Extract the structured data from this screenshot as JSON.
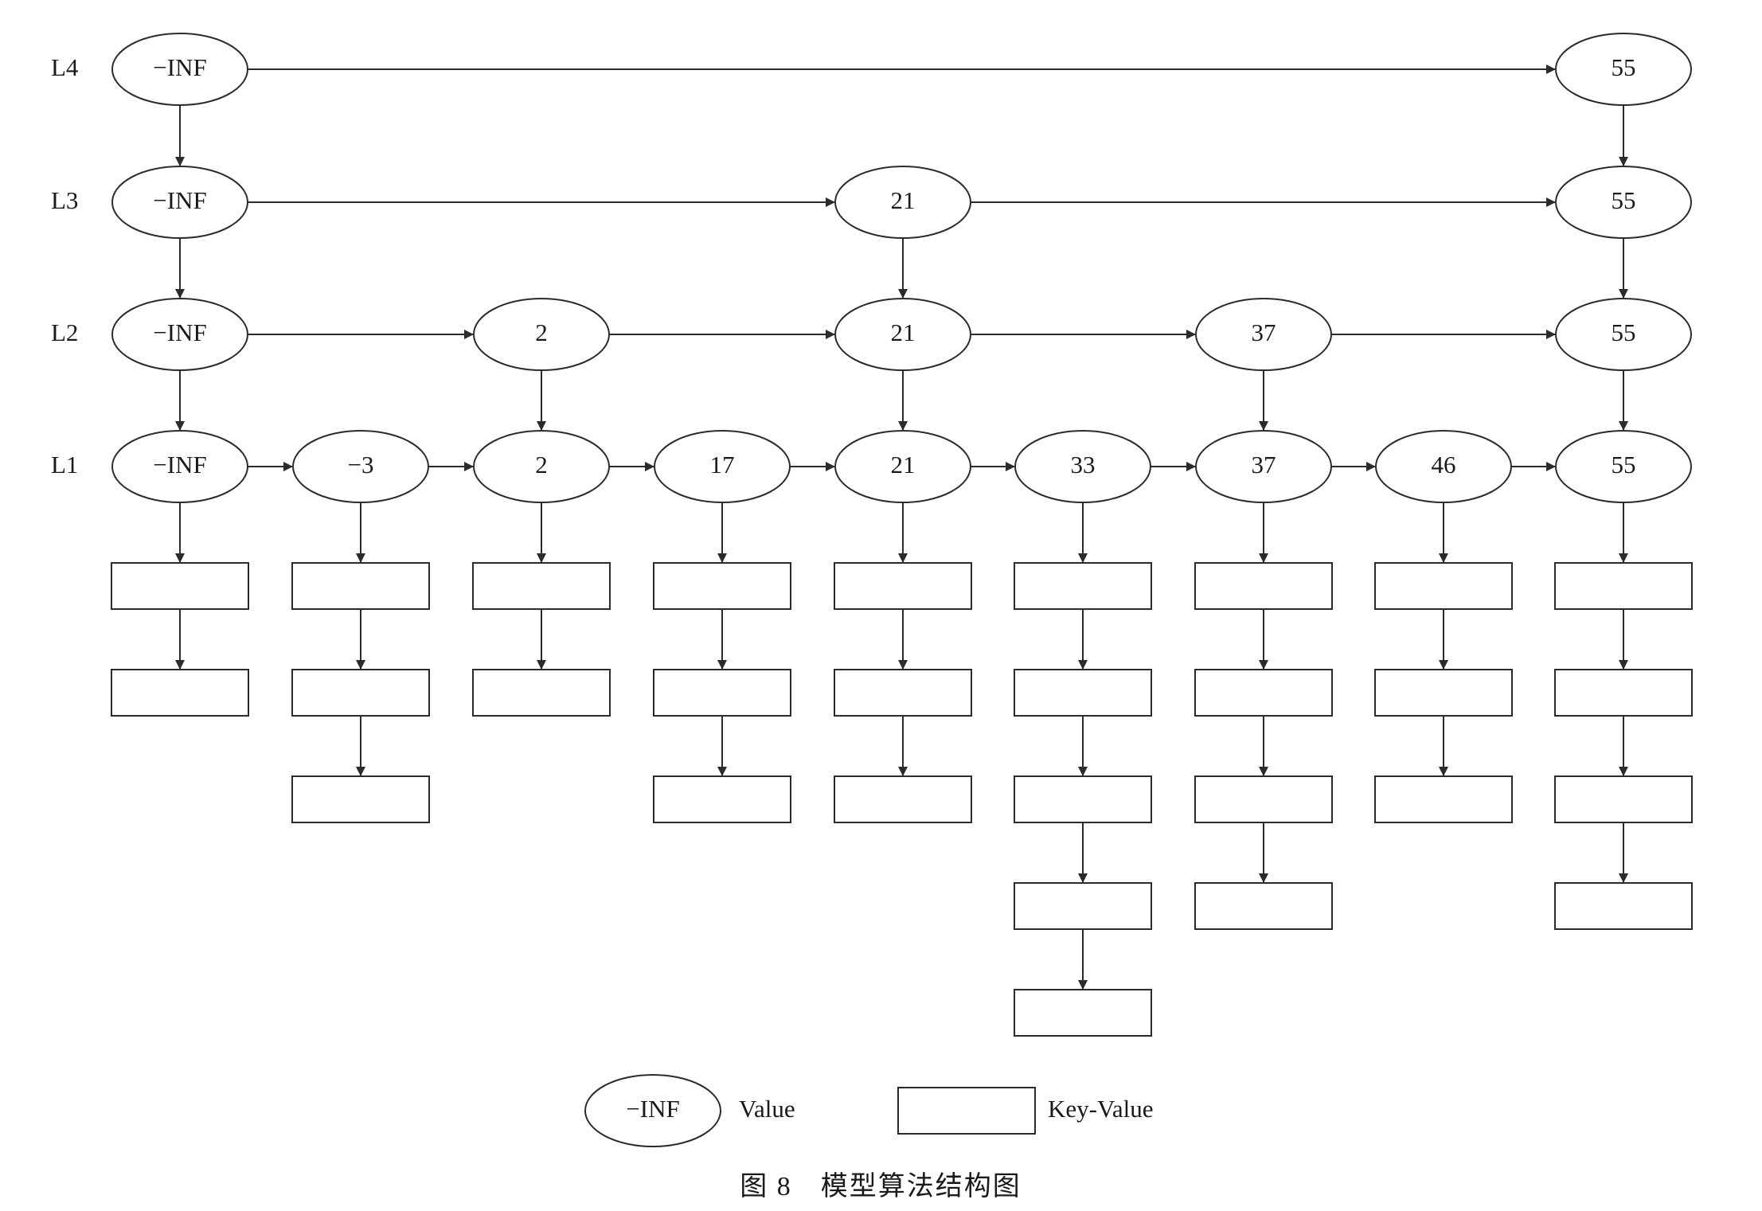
{
  "levels": [
    "L4",
    "L3",
    "L2",
    "L1"
  ],
  "columns": [
    "−INF",
    "−3",
    "2",
    "17",
    "21",
    "33",
    "37",
    "46",
    "55"
  ],
  "rows": [
    {
      "level": "L4",
      "nodes": [
        "−INF",
        "55"
      ]
    },
    {
      "level": "L3",
      "nodes": [
        "−INF",
        "21",
        "55"
      ]
    },
    {
      "level": "L2",
      "nodes": [
        "−INF",
        "2",
        "21",
        "37",
        "55"
      ]
    },
    {
      "level": "L1",
      "nodes": [
        "−INF",
        "−3",
        "2",
        "17",
        "21",
        "33",
        "37",
        "46",
        "55"
      ]
    }
  ],
  "key_value_counts": [
    2,
    3,
    2,
    3,
    3,
    5,
    4,
    3,
    4
  ],
  "legend": {
    "ellipse_sample": "−INF",
    "ellipse_label": "Value",
    "rect_label": "Key-Value"
  },
  "caption": "图 8　模型算法结构图",
  "colors": {
    "stroke": "#2b2b2b",
    "fill": "#ffffff",
    "text": "#1a1a1a"
  }
}
